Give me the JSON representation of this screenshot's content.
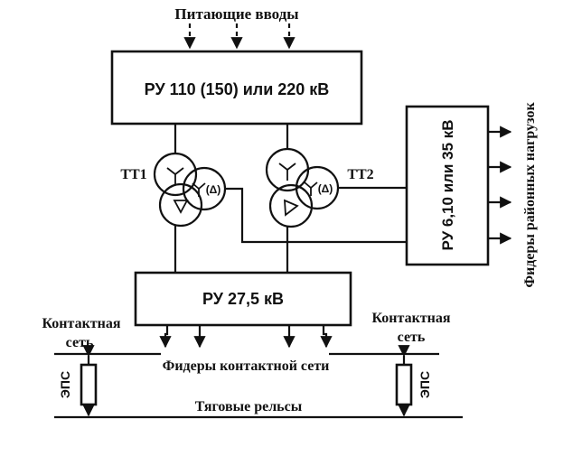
{
  "title": "Питающие вводы",
  "blocks": {
    "ru_high": "РУ 110 (150) или 220 кВ",
    "ru_traction": "РУ 27,5 кВ",
    "ru_district": "РУ 6,10 или 35 кВ"
  },
  "transformers": {
    "tt1": "ТТ1",
    "tt2": "ТТ2",
    "delta_mark": "(Δ)"
  },
  "labels": {
    "district_feeders": "Фидеры районных нагрузок",
    "contact_net_left_1": "Контактная",
    "contact_net_left_2": "сеть",
    "contact_net_right_1": "Контактная",
    "contact_net_right_2": "сеть",
    "contact_feeders": "Фидеры контактной сети",
    "traction_rails": "Тяговые  рельсы",
    "eps_left": "ЭПС",
    "eps_right": "ЭПС"
  }
}
